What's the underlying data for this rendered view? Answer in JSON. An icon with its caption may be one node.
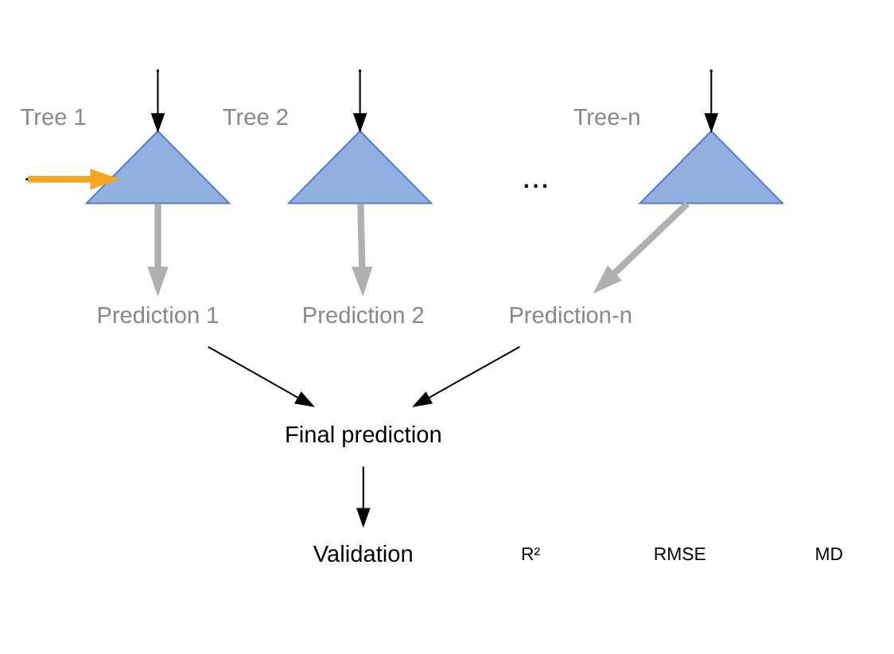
{
  "diagram": {
    "nodes": [
      {
        "text": [],
        "shape": "picture",
        "beside": [
          "Tree 1"
        ]
      },
      {
        "text": [],
        "shape": "picture",
        "beside": [
          "Tree 2"
        ]
      },
      {
        "text": [],
        "shape": "picture",
        "beside": [
          "Tree-n"
        ]
      },
      {
        "text": [
          "Prediction 1"
        ]
      },
      {
        "text": [
          "Prediction 2"
        ]
      },
      {
        "text": [
          "Prediction-n"
        ]
      },
      {
        "text": [
          "Final prediction"
        ]
      },
      {
        "text": [
          "Validation"
        ]
      }
    ],
    "edges": [
      {
        "from": null,
        "to": 0,
        "arrow": "to",
        "style": "thick",
        "color": "#f5a623"
      },
      {
        "from": null,
        "to": 0,
        "arrow": "to"
      },
      {
        "from": null,
        "to": 1,
        "arrow": "to"
      },
      {
        "from": null,
        "to": 2,
        "arrow": "to"
      },
      {
        "from": 0,
        "to": 3,
        "arrow": "to",
        "style": "thick",
        "color": "#b0b0b0"
      },
      {
        "from": 1,
        "to": 4,
        "arrow": "to",
        "style": "thick",
        "color": "#b0b0b0"
      },
      {
        "from": 2,
        "to": 5,
        "arrow": "to",
        "style": "thick",
        "color": "#b0b0b0"
      },
      {
        "from": 3,
        "to": 6,
        "arrow": "to"
      },
      {
        "from": 5,
        "to": 6,
        "arrow": "to"
      },
      {
        "from": 6,
        "to": 7,
        "arrow": "to"
      }
    ],
    "labels": [
      "...",
      "R²",
      "RMSE",
      "MD"
    ]
  }
}
